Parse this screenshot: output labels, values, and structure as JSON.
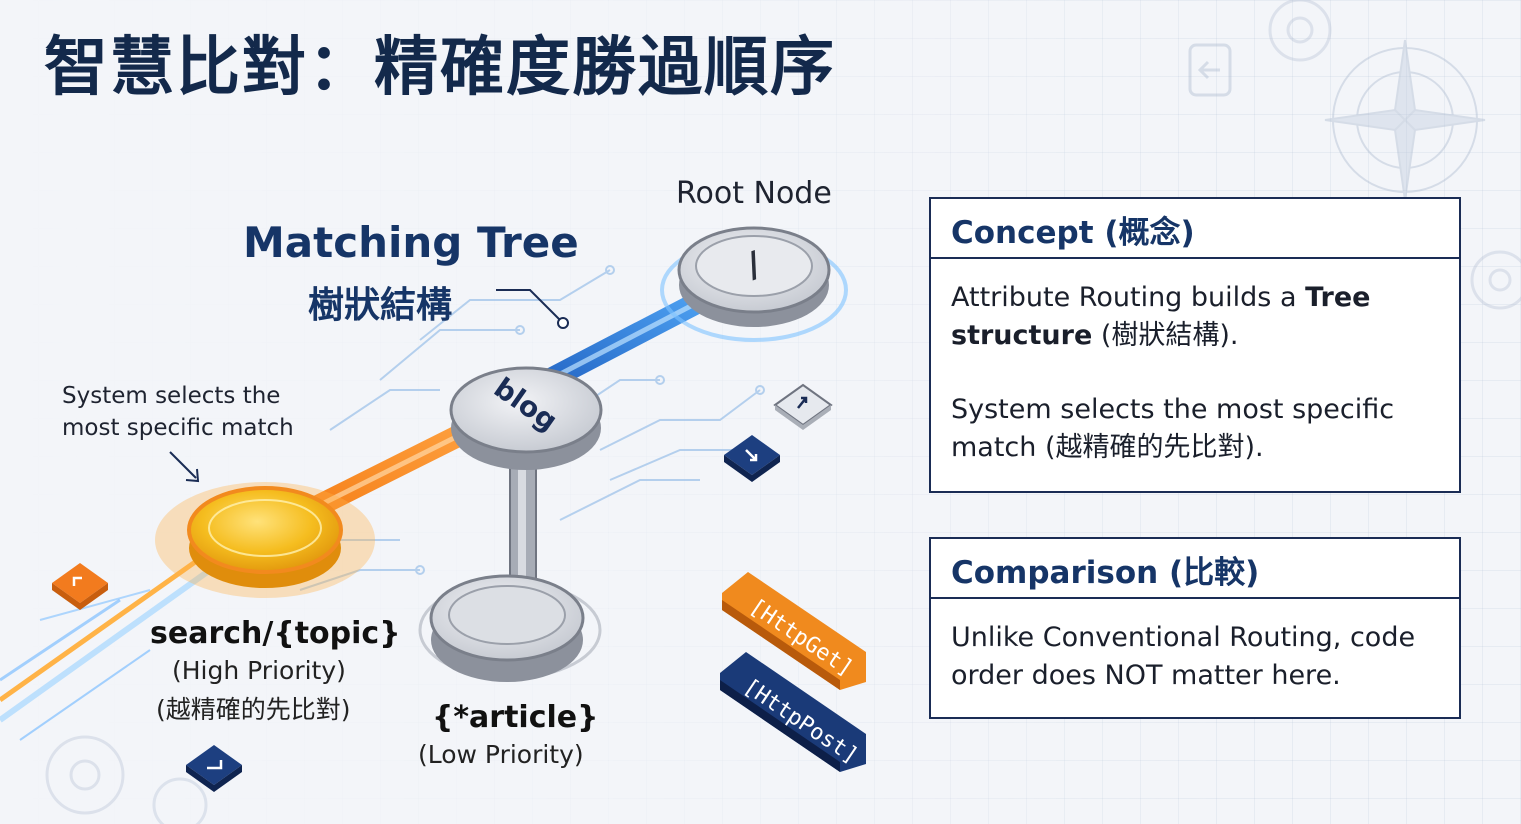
{
  "title": "智慧比對：精確度勝過順序",
  "diagram": {
    "root_label": "Root Node",
    "root_symbol": "/",
    "tree_title": "Matching Tree",
    "tree_subtitle": "樹狀結構",
    "blog_label": "blog",
    "note_line1": "System selects the",
    "note_line2": "most specific match",
    "search_label": "search/{topic}",
    "search_priority": "(High Priority)",
    "search_note": "(越精確的先比對)",
    "article_label": "{*article}",
    "article_priority": "(Low Priority)",
    "tag_get": "[HttpGet]",
    "tag_post": "[HttpPost]",
    "colors": {
      "navy": "#163567",
      "orange": "#f28a1e",
      "gold": "#f6c325",
      "blue_glow": "#4aa3ff",
      "gray_node": "#b9bec8"
    }
  },
  "concept": {
    "heading": "Concept (概念)",
    "text1_pre": "Attribute Routing builds a ",
    "text1_bold": "Tree structure",
    "text1_post": " (樹狀結構).",
    "text2": "System selects the most specific match (越精確的先比對)."
  },
  "comparison": {
    "heading": "Comparison (比較)",
    "text": "Unlike Conventional Routing, code order does NOT matter here."
  }
}
